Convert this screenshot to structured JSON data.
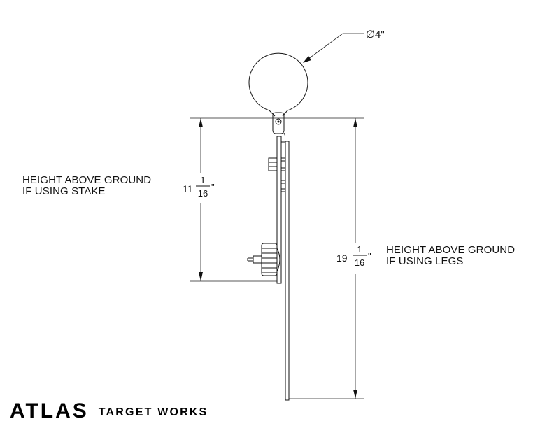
{
  "callout": {
    "symbol": "∅",
    "value": "4\""
  },
  "stake_note": {
    "line1": "HEIGHT ABOVE GROUND",
    "line2": "IF USING STAKE"
  },
  "legs_note": {
    "line1": "HEIGHT ABOVE GROUND",
    "line2": "IF USING LEGS"
  },
  "dim_stake": {
    "whole": "11",
    "num": "1",
    "den": "16",
    "unit": "\""
  },
  "dim_legs": {
    "whole": "19",
    "num": "1",
    "den": "16",
    "unit": "\""
  },
  "brand": {
    "name": "ATLAS",
    "tagline": "TARGET WORKS"
  }
}
